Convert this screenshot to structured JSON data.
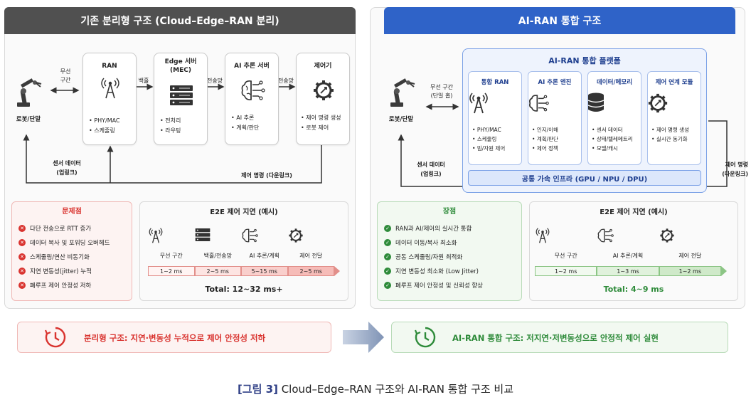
{
  "left": {
    "title": "기존 분리형 구조 (Cloud–Edge–RAN 분리)",
    "robot_label": "로봇/단말",
    "wireless_label_1": "무선",
    "wireless_label_2": "구간",
    "backhaul_label": "백홀",
    "transport_label_1": "전송망",
    "transport_label_2": "전송망",
    "nodes": [
      {
        "title": "RAN",
        "items": [
          "PHY/MAC",
          "스케줄링"
        ]
      },
      {
        "title": "Edge 서버\n(MEC)",
        "items": [
          "전처리",
          "라우팅"
        ]
      },
      {
        "title": "AI 추론 서버",
        "items": [
          "AI 추론",
          "계획/판단"
        ]
      },
      {
        "title": "제어기",
        "items": [
          "제어 명령 생성",
          "로봇 제어"
        ]
      }
    ],
    "uplink_1": "센서 데이터",
    "uplink_2": "(업링크)",
    "downlink": "제어 명령 (다운링크)",
    "problems_title": "문제점",
    "problems": [
      "다단 전송으로 RTT 증가",
      "데이터 복사 및 포워딩 오버헤드",
      "스케줄링/연산 비동기화",
      "지연 변동성(jitter) 누적",
      "폐루프 제어 안정성 저하"
    ],
    "e2e_title": "E2E 제어 지연 (예시)",
    "e2e_stages": [
      "무선 구간",
      "백홀/전송망",
      "AI 추론/계획",
      "제어 전달"
    ],
    "e2e_values": [
      "1~2 ms",
      "2~5 ms",
      "5~15 ms",
      "2~5 ms"
    ],
    "e2e_total": "Total: 12~32 ms+"
  },
  "right": {
    "title": "AI-RAN 통합 구조",
    "robot_label": "로봇/단말",
    "wireless_label_1": "무선 구간",
    "wireless_label_2": "(단일 홉)",
    "platform_title": "AI-RAN 통합 플랫폼",
    "modules": [
      {
        "title": "통합 RAN",
        "items": [
          "PHY/MAC",
          "스케줄링",
          "빔/자원 제어"
        ]
      },
      {
        "title": "AI 추론 엔진",
        "items": [
          "인지/이해",
          "계획/판단",
          "제어 정책"
        ]
      },
      {
        "title": "데이터/메모리",
        "items": [
          "센서 데이터",
          "상태/텔레메트리",
          "모델/캐시"
        ]
      },
      {
        "title": "제어 연계 모듈",
        "items": [
          "제어 명령 생성",
          "실시간 동기화"
        ]
      }
    ],
    "infra": "공통 가속 인프라 (GPU / NPU / DPU)",
    "uplink_1": "센서 데이터",
    "uplink_2": "(업링크)",
    "downlink_1": "제어 명령",
    "downlink_2": "(다운링크)",
    "benefits_title": "장점",
    "benefits": [
      "RAN과 AI/제어의 실시간 통합",
      "데이터 이동/복사 최소화",
      "공동 스케줄링/자원 최적화",
      "지연 변동성 최소화 (Low Jitter)",
      "폐루프 제어 안정성 및 신뢰성 향상"
    ],
    "e2e_title": "E2E 제어 지연 (예시)",
    "e2e_stages": [
      "무선 구간",
      "AI 추론/계획",
      "제어 전달"
    ],
    "e2e_values": [
      "1~2 ms",
      "1~3 ms",
      "1~2 ms"
    ],
    "e2e_total": "Total: 4~9 ms"
  },
  "bottom_left": "분리형 구조: 지연·변동성 누적으로 제어 안정성 저하",
  "bottom_right": "AI-RAN 통합 구조: 저지연·저변동성으로 안정적 제어 실현",
  "caption_prefix": "[그림 3]",
  "caption_text": " Cloud–Edge–RAN 구조와 AI-RAN 통합 구조 비교",
  "colors": {
    "left_header": "#505050",
    "right_header": "#2f63c8",
    "problem_red": "#d9332f",
    "benefit_green": "#2e8b3a"
  }
}
